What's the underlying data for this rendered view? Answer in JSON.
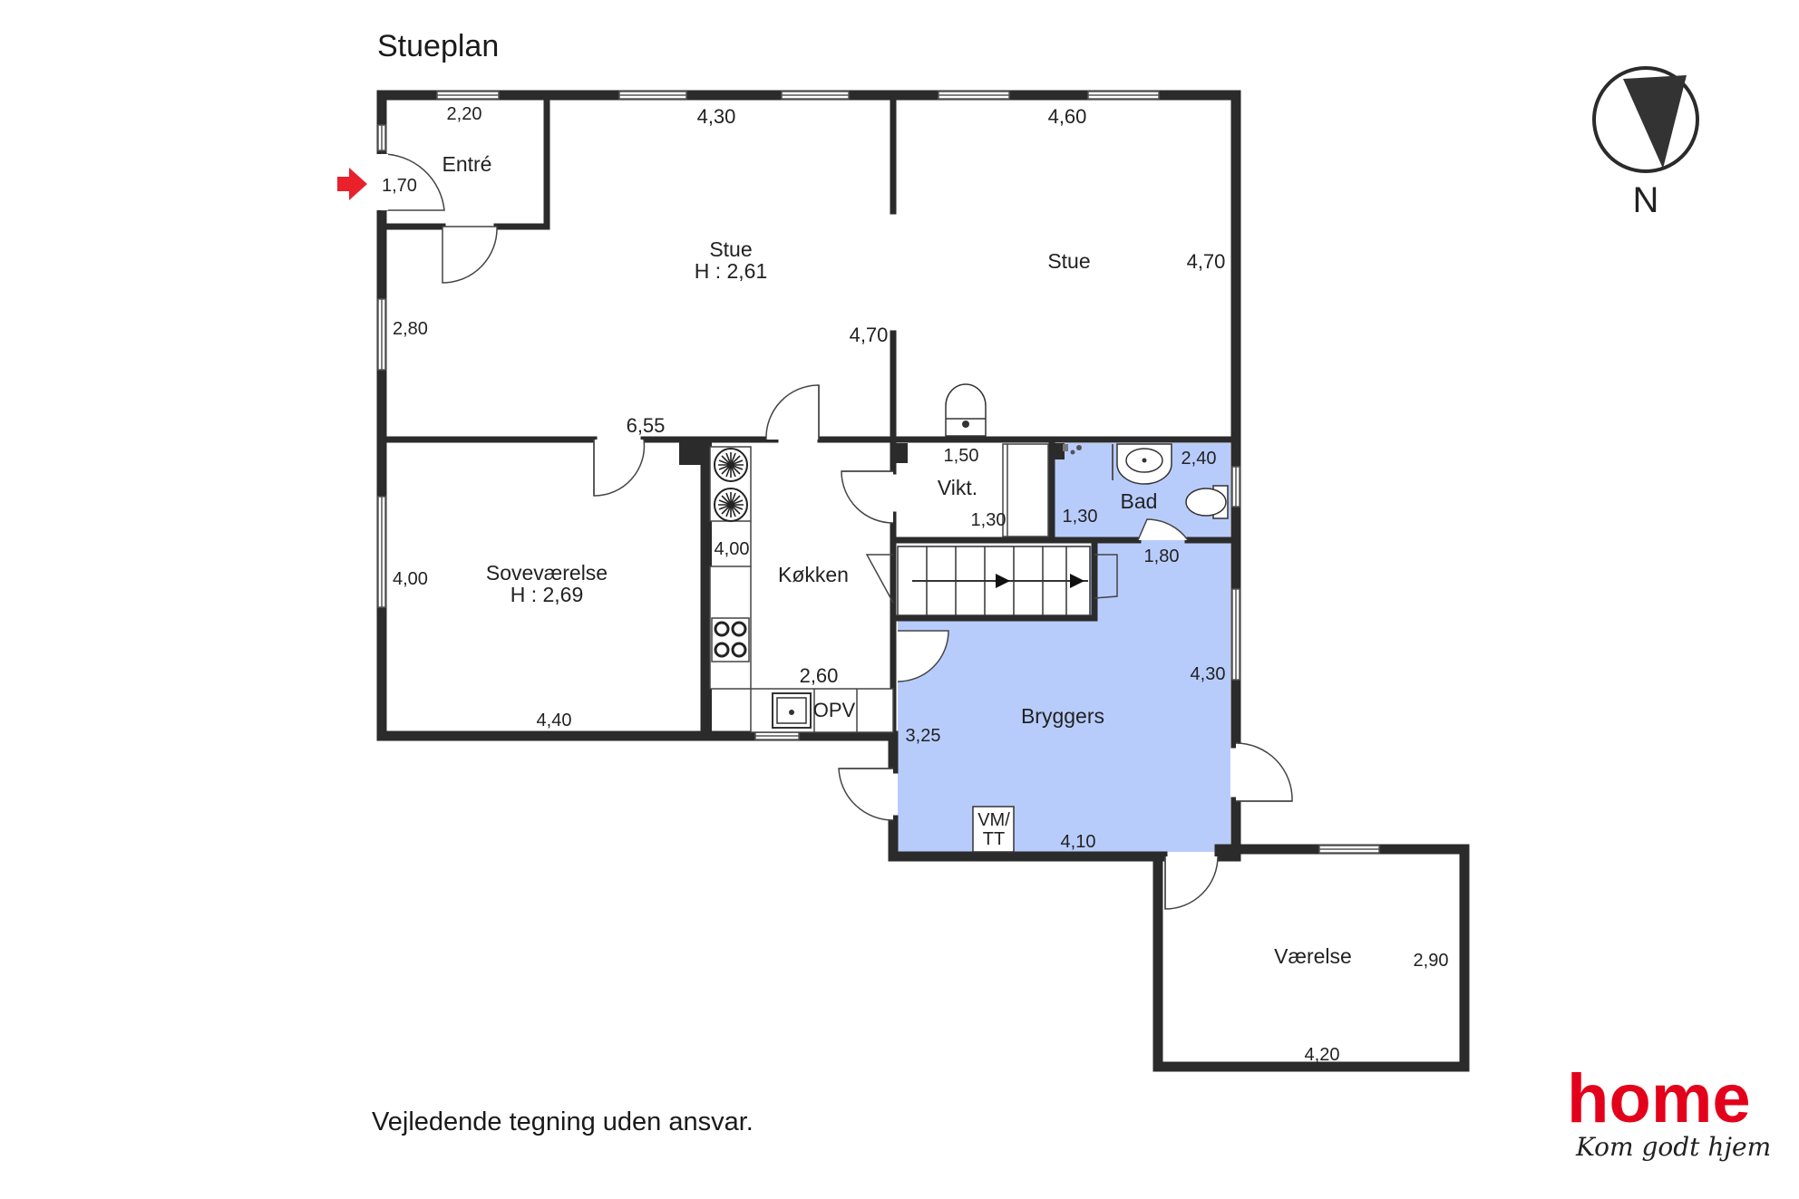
{
  "title": "Stueplan",
  "disclaimer": "Vejledende tegning uden ansvar.",
  "compass": {
    "label": "N"
  },
  "logo": {
    "brand": "home",
    "tagline": "Kom godt hjem",
    "brand_color": "#e3001b"
  },
  "colors": {
    "wall": "#2b2b2b",
    "wet_room": "#b8ccfc",
    "entrance_arrow": "#e8212b"
  },
  "rooms": {
    "entre": "Entré",
    "stue_1": "Stue",
    "stue_1_height": "H : 2,61",
    "stue_2": "Stue",
    "sovevaerelse": "Soveværelse",
    "sovevaerelse_height": "H : 2,69",
    "kokken": "Køkken",
    "vikt": "Vikt.",
    "bad": "Bad",
    "bryggers": "Bryggers",
    "vaerelse": "Værelse"
  },
  "fixtures": {
    "opv": "OPV",
    "vm_tt_1": "VM/",
    "vm_tt_2": "TT"
  },
  "dimensions": {
    "entre_width": "2,20",
    "entre_depth": "1,70",
    "stue_1_width": "4,30",
    "stue_2_width": "4,60",
    "stue_2_depth": "4,70",
    "stue_inner": "4,70",
    "left_wall": "2,80",
    "stue_total": "6,55",
    "vikt_width": "1,50",
    "vikt_depth": "1,30",
    "bad_width": "2,40",
    "bad_depth": "1,30",
    "stair": "1,80",
    "sove_depth": "4,00",
    "sove_width": "4,40",
    "kokken_depth": "4,00",
    "kokken_width": "2,60",
    "bryggers_depth": "4,30",
    "bryggers_left": "3,25",
    "bryggers_width": "4,10",
    "vaerelse_depth": "2,90",
    "vaerelse_width": "4,20"
  }
}
